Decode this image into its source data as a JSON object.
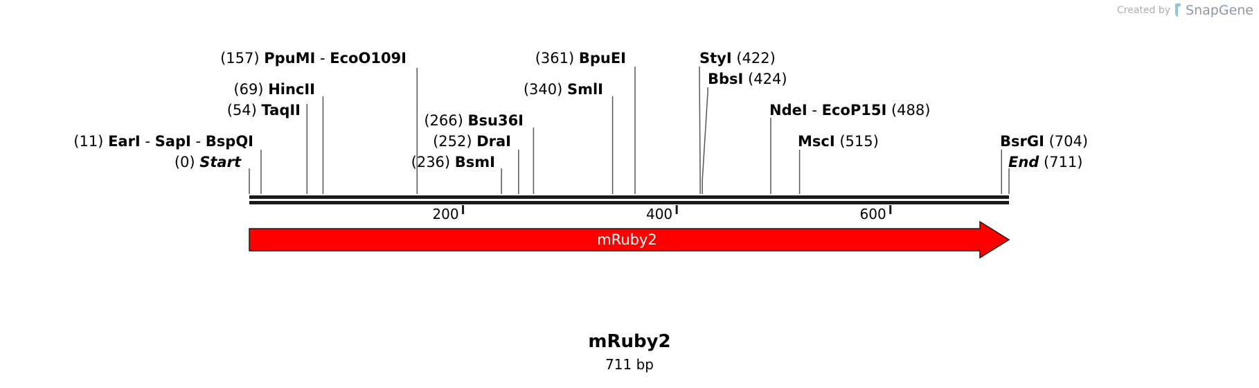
{
  "credit": {
    "prefix": "Created by",
    "brand": "SnapGene"
  },
  "sequence": {
    "name": "mRuby2",
    "length_label": "711 bp",
    "length_bp": 711
  },
  "sites": [
    {
      "id": "start",
      "pos": 0,
      "pos_label": "(0)",
      "names": [
        "Start"
      ],
      "italic": true,
      "label_side": "left"
    },
    {
      "id": "eari",
      "pos": 11,
      "pos_label": "(11)",
      "names": [
        "EarI",
        "SapI",
        "BspQI"
      ],
      "label_side": "left"
    },
    {
      "id": "taqii",
      "pos": 54,
      "pos_label": "(54)",
      "names": [
        "TaqII"
      ],
      "label_side": "left"
    },
    {
      "id": "hincii",
      "pos": 69,
      "pos_label": "(69)",
      "names": [
        "HincII"
      ],
      "label_side": "left"
    },
    {
      "id": "ppumi",
      "pos": 157,
      "pos_label": "(157)",
      "names": [
        "PpuMI",
        "EcoO109I"
      ],
      "label_side": "left"
    },
    {
      "id": "bsmi",
      "pos": 236,
      "pos_label": "(236)",
      "names": [
        "BsmI"
      ],
      "label_side": "left"
    },
    {
      "id": "drai",
      "pos": 252,
      "pos_label": "(252)",
      "names": [
        "DraI"
      ],
      "label_side": "left"
    },
    {
      "id": "bsu36i",
      "pos": 266,
      "pos_label": "(266)",
      "names": [
        "Bsu36I"
      ],
      "label_side": "left"
    },
    {
      "id": "smli",
      "pos": 340,
      "pos_label": "(340)",
      "names": [
        "SmlI"
      ],
      "label_side": "left"
    },
    {
      "id": "bpuei",
      "pos": 361,
      "pos_label": "(361)",
      "names": [
        "BpuEI"
      ],
      "label_side": "left"
    },
    {
      "id": "styi",
      "pos": 422,
      "pos_label": "(422)",
      "names": [
        "StyI"
      ],
      "label_side": "right"
    },
    {
      "id": "bbsi",
      "pos": 424,
      "pos_label": "(424)",
      "names": [
        "BbsI"
      ],
      "label_side": "right"
    },
    {
      "id": "ndei",
      "pos": 488,
      "pos_label": "(488)",
      "names": [
        "NdeI",
        "EcoP15I"
      ],
      "label_side": "right"
    },
    {
      "id": "msci",
      "pos": 515,
      "pos_label": "(515)",
      "names": [
        "MscI"
      ],
      "label_side": "right"
    },
    {
      "id": "bsrgi",
      "pos": 704,
      "pos_label": "(704)",
      "names": [
        "BsrGI"
      ],
      "label_side": "right"
    },
    {
      "id": "end",
      "pos": 711,
      "pos_label": "(711)",
      "names": [
        "End"
      ],
      "italic": true,
      "label_side": "right"
    }
  ],
  "ruler": {
    "ticks": [
      {
        "value": 200,
        "label": "200"
      },
      {
        "value": 400,
        "label": "400"
      },
      {
        "value": 600,
        "label": "600"
      }
    ]
  },
  "features": [
    {
      "name": "mRuby2",
      "start": 0,
      "end": 711,
      "direction": "forward",
      "color": "#ff0000",
      "text_color": "#ffffff"
    }
  ],
  "colors": {
    "backbone": "#1a1a1a",
    "site_line": "#555555"
  }
}
